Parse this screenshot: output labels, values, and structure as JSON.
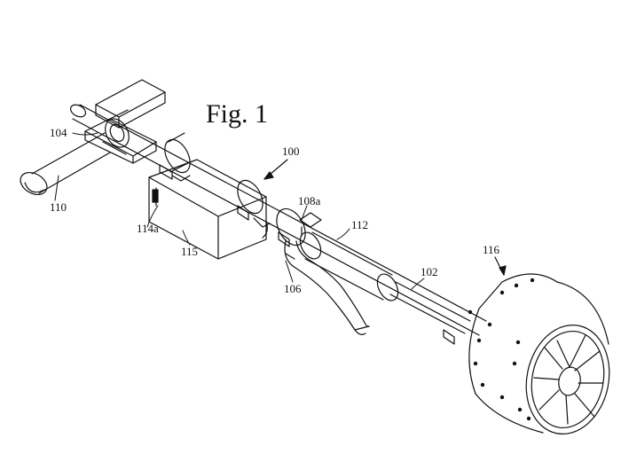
{
  "figure": {
    "title": "Fig. 1"
  },
  "reference_labels": {
    "r100": "100",
    "r102": "102",
    "r104": "104",
    "r106": "106",
    "r108a": "108a",
    "r110": "110",
    "r112": "112",
    "r114a": "114a",
    "r115": "115",
    "r116": "116"
  },
  "colors": {
    "line": "#111111",
    "background": "#ffffff"
  }
}
